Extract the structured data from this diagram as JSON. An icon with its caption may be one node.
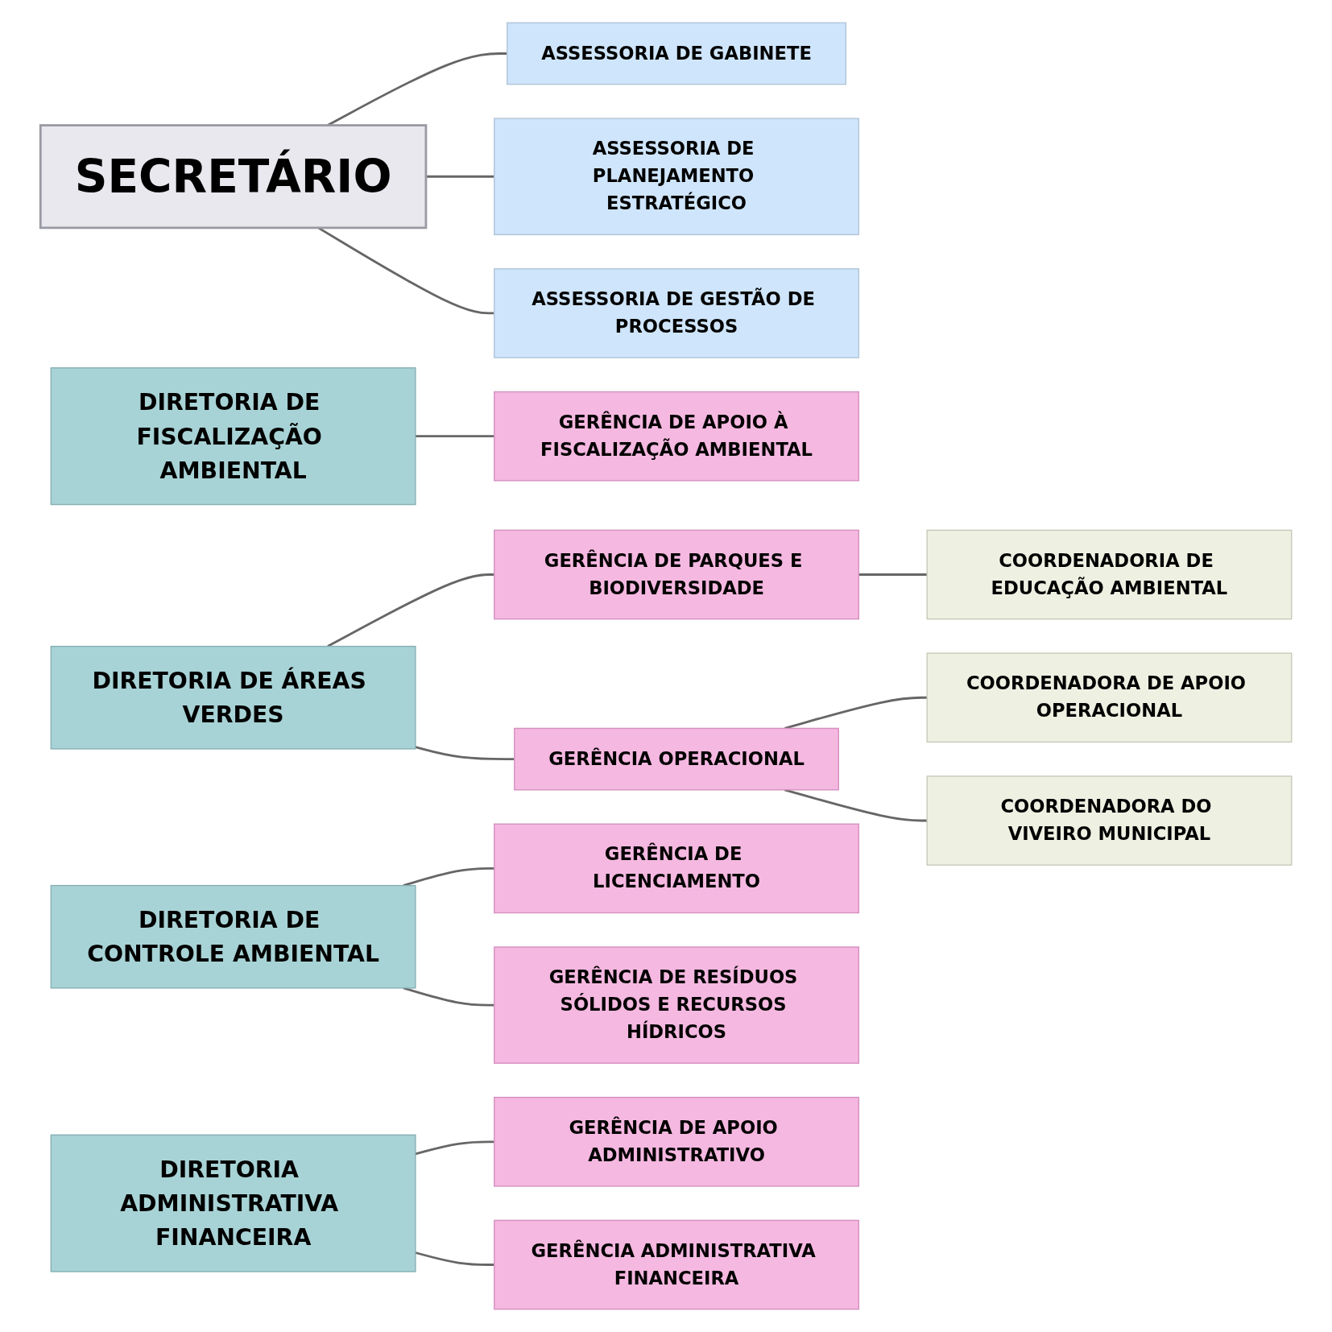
{
  "diagram": {
    "nodes": [
      {
        "text": [
          "SECRETÁRIO"
        ]
      },
      {
        "text": [
          "ASSESSORIA DE GABINETE"
        ]
      },
      {
        "text": [
          "ASSESSORIA DE PLANEJAMENTO ESTRATÉGICO"
        ]
      },
      {
        "text": [
          "ASSESSORIA DE GESTÃO DE PROCESSOS"
        ]
      },
      {
        "text": [
          "DIRETORIA DE FISCALIZAÇÃO AMBIENTAL"
        ]
      },
      {
        "text": [
          "DIRETORIA DE ÁREAS VERDES"
        ]
      },
      {
        "text": [
          "DIRETORIA DE CONTROLE AMBIENTAL"
        ]
      },
      {
        "text": [
          "DIRETORIA ADMINISTRATIVA FINANCEIRA"
        ]
      },
      {
        "text": [
          "GERÊNCIA DE APOIO À FISCALIZAÇÃO AMBIENTAL"
        ]
      },
      {
        "text": [
          "GERÊNCIA DE PARQUES E BIODIVERSIDADE"
        ]
      },
      {
        "text": [
          "COORDENADORIA DE EDUCAÇÃO AMBIENTAL"
        ]
      },
      {
        "text": [
          "GERÊNCIA OPERACIONAL"
        ]
      },
      {
        "text": [
          "COORDENADORA DE APOIO OPERACIONAL"
        ]
      },
      {
        "text": [
          "COORDENADORA DO VIVEIRO MUNICIPAL"
        ]
      },
      {
        "text": [
          "GERÊNCIA DE LICENCIAMENTO"
        ]
      },
      {
        "text": [
          "GERÊNCIA DE RESÍDUOS SÓLIDOS E RECURSOS HÍDRICOS"
        ]
      },
      {
        "text": [
          "GERÊNCIA DE APOIO ADMINISTRATIVO"
        ]
      },
      {
        "text": [
          "GERÊNCIA ADMINISTRATIVA FINANCEIRA"
        ]
      }
    ],
    "edges": [
      {
        "from": 0,
        "to": 1,
        "arrow": "none"
      },
      {
        "from": 0,
        "to": 2,
        "arrow": "none"
      },
      {
        "from": 0,
        "to": 3,
        "arrow": "none"
      },
      {
        "from": 4,
        "to": 8,
        "arrow": "none"
      },
      {
        "from": 5,
        "to": 9,
        "arrow": "none"
      },
      {
        "from": 9,
        "to": 10,
        "arrow": "none"
      },
      {
        "from": 5,
        "to": 11,
        "arrow": "none"
      },
      {
        "from": 11,
        "to": 12,
        "arrow": "none"
      },
      {
        "from": 11,
        "to": 13,
        "arrow": "none"
      },
      {
        "from": 6,
        "to": 14,
        "arrow": "none"
      },
      {
        "from": 6,
        "to": 15,
        "arrow": "none"
      },
      {
        "from": 7,
        "to": 16,
        "arrow": "none"
      },
      {
        "from": 7,
        "to": 17,
        "arrow": "none"
      }
    ]
  }
}
